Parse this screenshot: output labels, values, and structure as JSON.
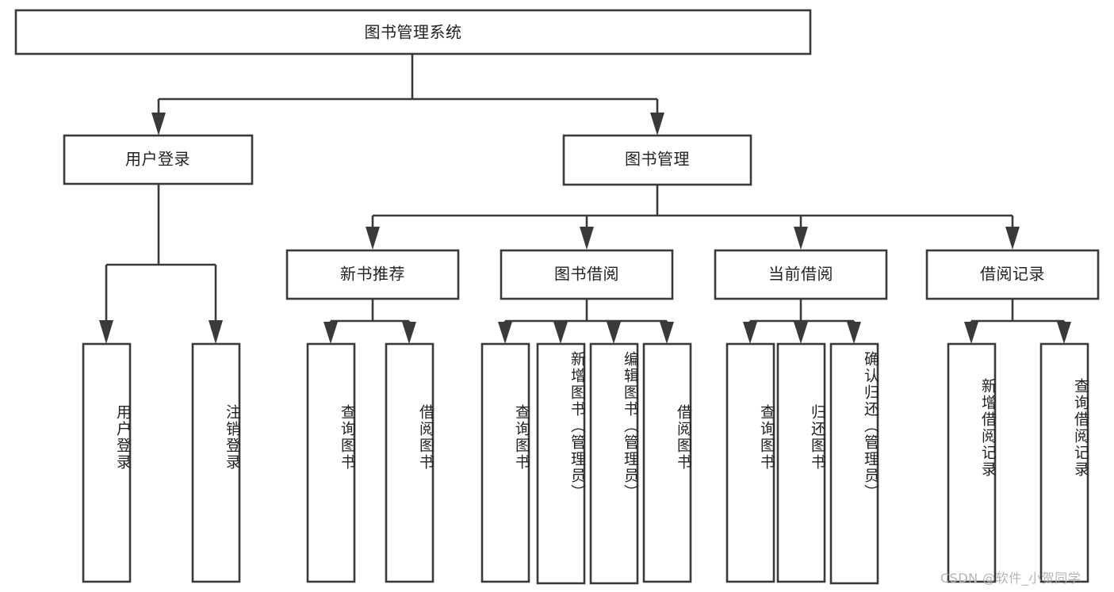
{
  "diagram": {
    "type": "tree",
    "title": "图书管理系统",
    "colors": {
      "stroke": "#3a3a3a",
      "fill": "#ffffff",
      "text": "#222222",
      "watermark": "#b4b4b4",
      "background": "#ffffff"
    },
    "levels": {
      "root": {
        "label": "图书管理系统"
      },
      "level2": [
        {
          "label": "用户登录"
        },
        {
          "label": "图书管理"
        }
      ],
      "level3": [
        {
          "label": "新书推荐"
        },
        {
          "label": "图书借阅"
        },
        {
          "label": "当前借阅"
        },
        {
          "label": "借阅记录"
        }
      ],
      "level_leaf_user_login": [
        {
          "label": "用户登录"
        },
        {
          "label": "注销登录"
        }
      ],
      "level_leaf_new_book": [
        {
          "label": "查询图书"
        },
        {
          "label": "借阅图书"
        }
      ],
      "level_leaf_borrow": [
        {
          "label": "查询图书"
        },
        {
          "label": "新增图书（管理员）"
        },
        {
          "label": "编辑图书（管理员）"
        },
        {
          "label": "借阅图书"
        }
      ],
      "level_leaf_current": [
        {
          "label": "查询图书"
        },
        {
          "label": "归还图书"
        },
        {
          "label": "确认归还（管理员）"
        }
      ],
      "level_leaf_record": [
        {
          "label": "新增借阅记录"
        },
        {
          "label": "查询借阅记录"
        }
      ]
    },
    "edges": [
      {
        "from": "图书管理系统",
        "to": "用户登录"
      },
      {
        "from": "图书管理系统",
        "to": "图书管理"
      },
      {
        "from": "用户登录",
        "to": "用户登录"
      },
      {
        "from": "用户登录",
        "to": "注销登录"
      },
      {
        "from": "图书管理",
        "to": "新书推荐"
      },
      {
        "from": "图书管理",
        "to": "图书借阅"
      },
      {
        "from": "图书管理",
        "to": "当前借阅"
      },
      {
        "from": "图书管理",
        "to": "借阅记录"
      },
      {
        "from": "新书推荐",
        "to": "查询图书"
      },
      {
        "from": "新书推荐",
        "to": "借阅图书"
      },
      {
        "from": "图书借阅",
        "to": "查询图书"
      },
      {
        "from": "图书借阅",
        "to": "新增图书（管理员）"
      },
      {
        "from": "图书借阅",
        "to": "编辑图书（管理员）"
      },
      {
        "from": "图书借阅",
        "to": "借阅图书"
      },
      {
        "from": "当前借阅",
        "to": "查询图书"
      },
      {
        "from": "当前借阅",
        "to": "归还图书"
      },
      {
        "from": "当前借阅",
        "to": "确认归还（管理员）"
      },
      {
        "from": "借阅记录",
        "to": "新增借阅记录"
      },
      {
        "from": "借阅记录",
        "to": "查询借阅记录"
      }
    ]
  },
  "watermark": {
    "text": "CSDN @软件_小贺同学"
  }
}
